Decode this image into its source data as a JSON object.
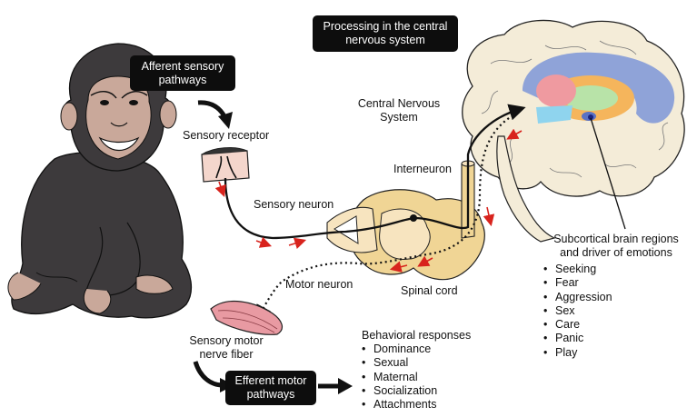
{
  "labels": {
    "afferent_line1": "Afferent sensory",
    "afferent_line2": "pathways",
    "processing_line1": "Processing in the central",
    "processing_line2": "nervous system",
    "cns_line1": "Central Nervous",
    "cns_line2": "System",
    "sensory_receptor": "Sensory receptor",
    "interneuron": "Interneuron",
    "sensory_neuron": "Sensory neuron",
    "motor_neuron": "Motor neuron",
    "spinal_cord": "Spinal cord",
    "sensory_motor_line1": "Sensory motor",
    "sensory_motor_line2": "nerve fiber",
    "efferent_line1": "Efferent motor",
    "efferent_line2": "pathways",
    "subcortical_line1": "Subcortical brain regions",
    "subcortical_line2": "and driver of emotions",
    "behavioral_title": "Behavioral responses"
  },
  "emotions": [
    "Seeking",
    "Fear",
    "Aggression",
    "Sex",
    "Care",
    "Panic",
    "Play"
  ],
  "behaviors": [
    "Dominance",
    "Sexual",
    "Maternal",
    "Socialization",
    "Attachments"
  ],
  "colors": {
    "fur": "#3d3a3c",
    "skin": "#c9a89a",
    "brain": "#f4ecd8",
    "spinal": "#f0d595",
    "region_blue": "#8fa3d8",
    "region_green": "#b8e3a8",
    "region_orange": "#f5b55c",
    "region_pink": "#ef9aa0",
    "region_cyan": "#8fd4ee",
    "arrow_red": "#d8231d",
    "muscle": "#e89aa2"
  }
}
